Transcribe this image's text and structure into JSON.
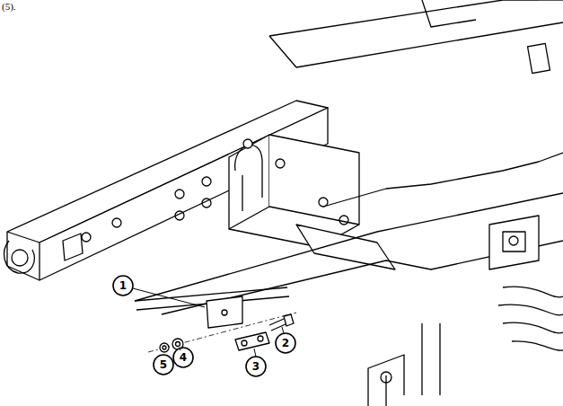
{
  "diagram": {
    "labels": [
      "(5).",
      "1",
      "5",
      "4",
      "2",
      "3"
    ]
  }
}
